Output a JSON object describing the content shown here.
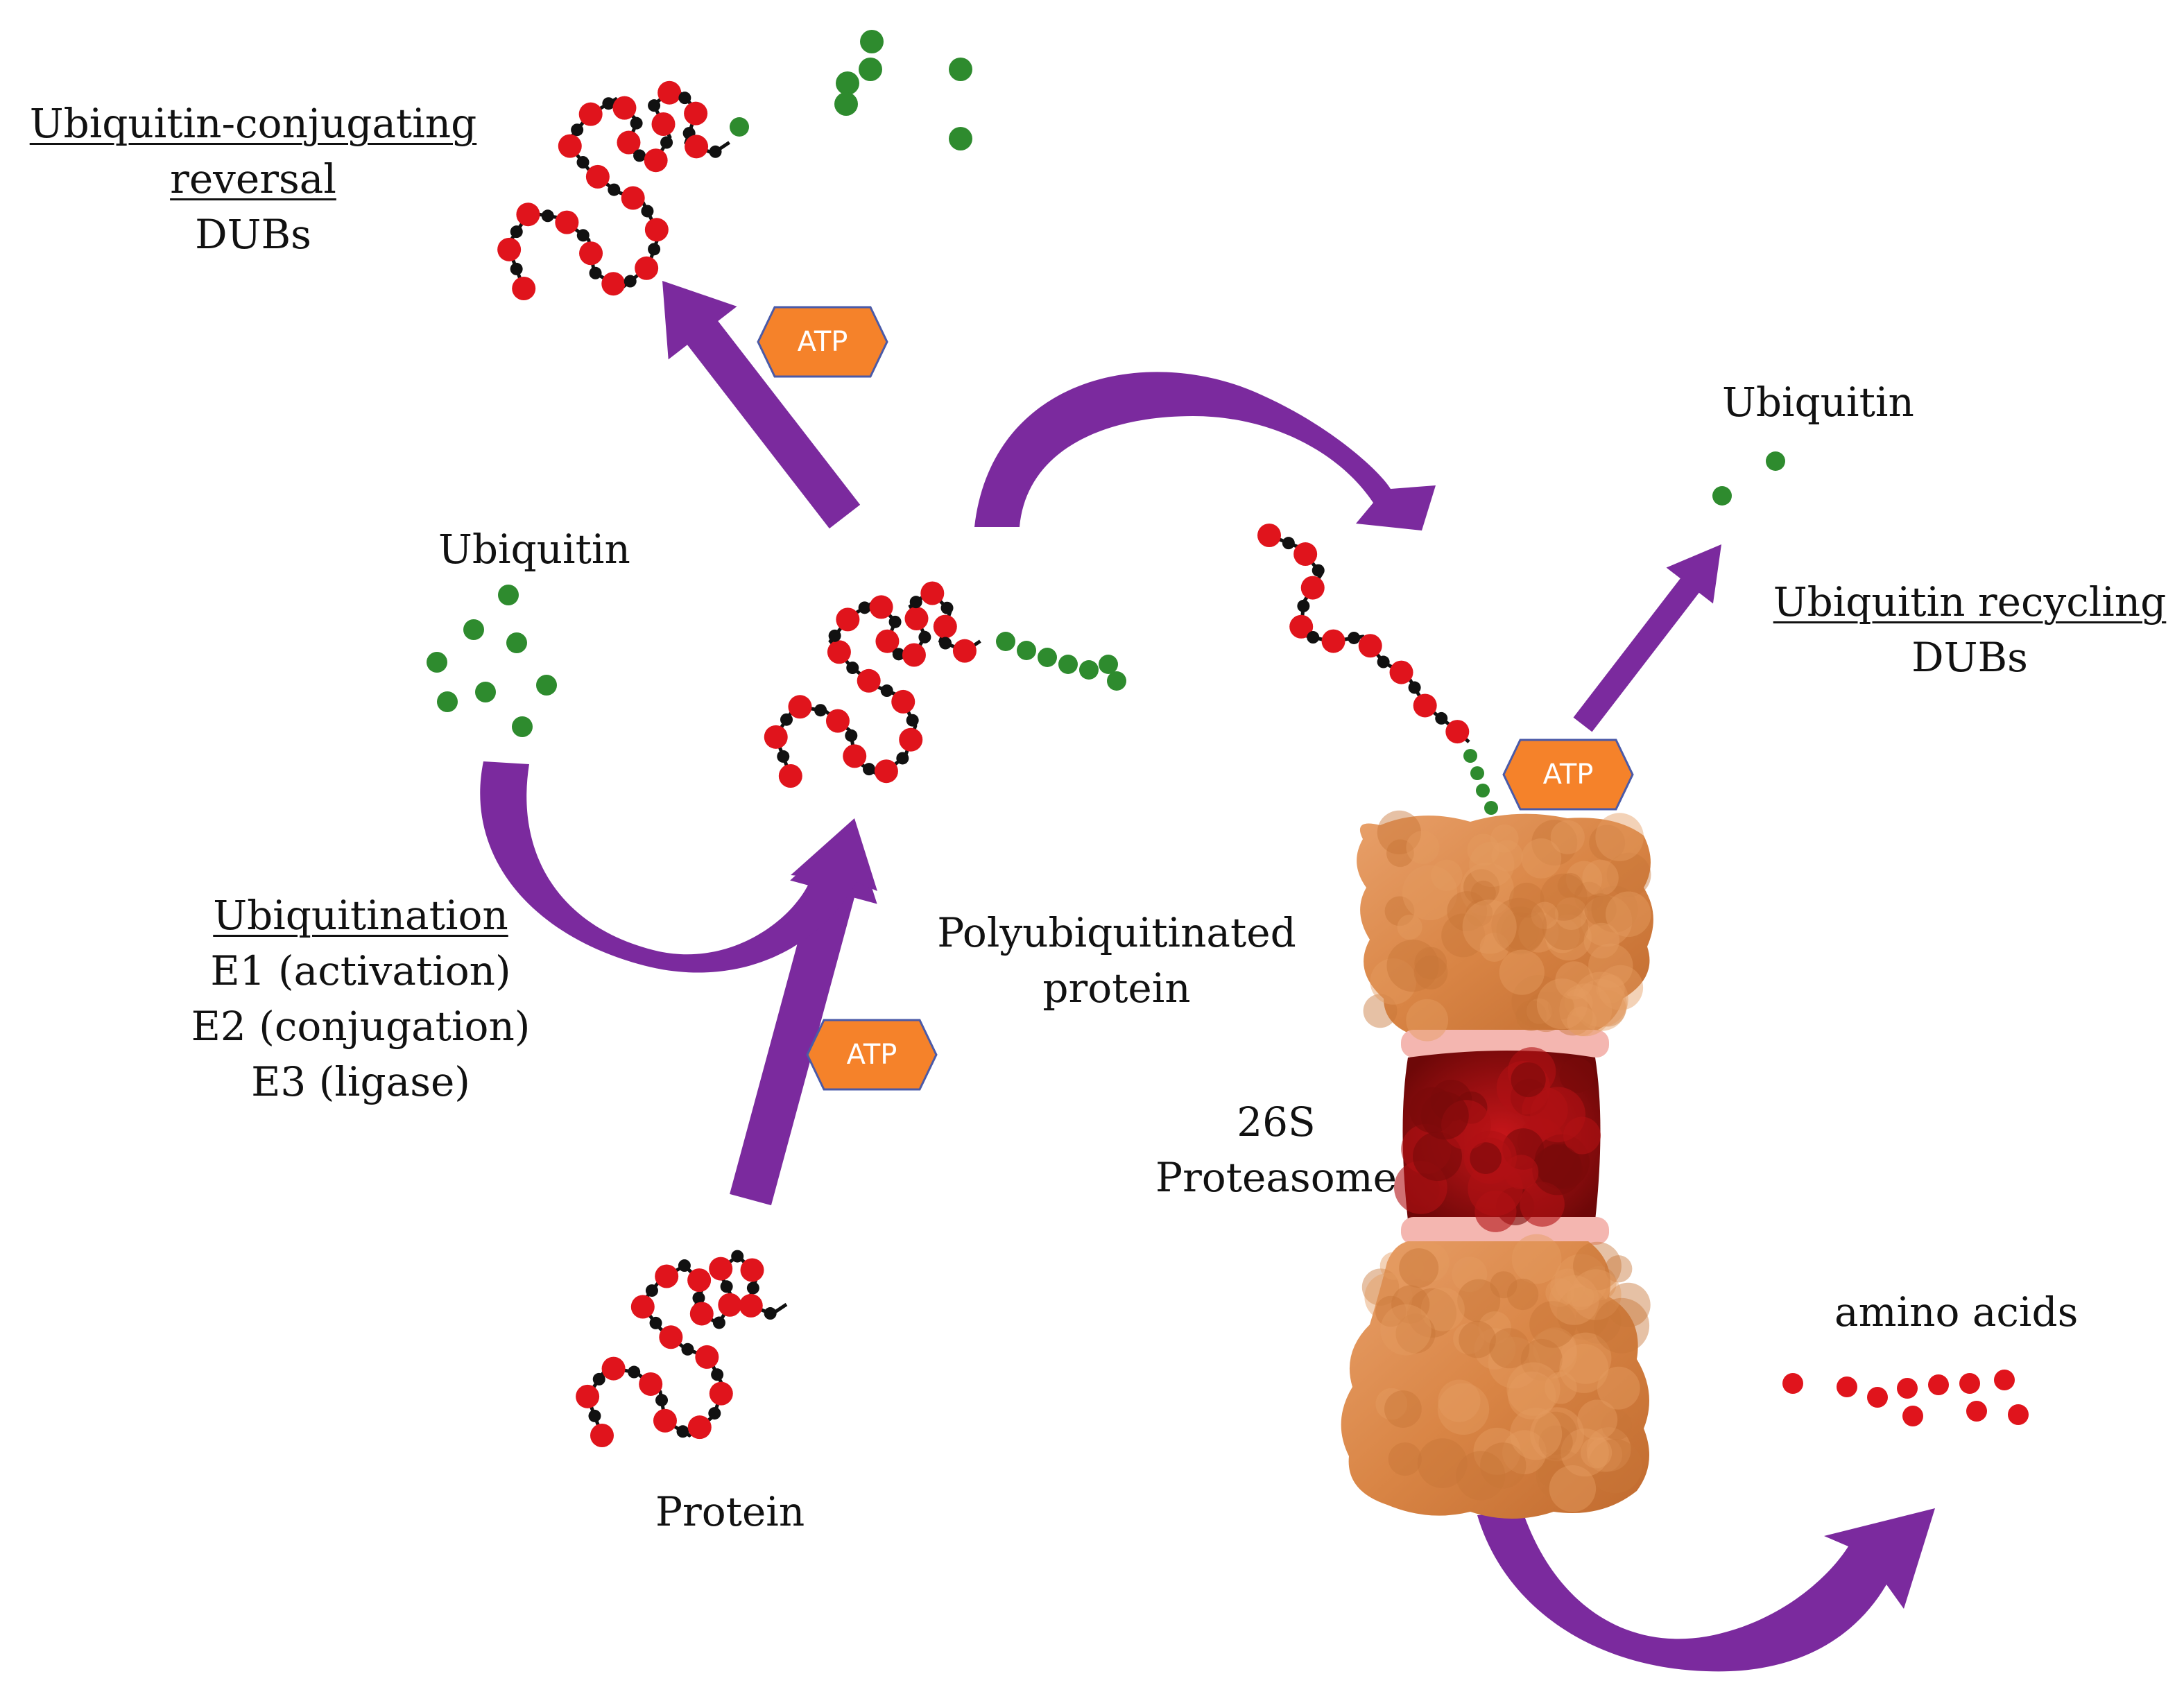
{
  "labels": {
    "conj_reversal_line1": "Ubiquitin-conjugating ",
    "conj_reversal_line2": "reversal",
    "conj_reversal_line3": "DUBs",
    "ubiquitin_left": "Ubiquitin",
    "ubiquitin_right": "Ubiquitin",
    "recycling_title": "Ubiquitin recycling",
    "recycling_sub": "DUBs",
    "ubiquitination_title": "Ubiquitination",
    "e1": "E1 (activation)",
    "e2": "E2 (conjugation)",
    "e3": "E3 (ligase)",
    "polyub_line1": "Polyubiquitinated",
    "polyub_line2": "protein",
    "proteasome_line1": "26S",
    "proteasome_line2": "Proteasome",
    "protein": "Protein",
    "amino_acids": "amino acids"
  },
  "atp_label": "ATP",
  "colors": {
    "arrow": "#7B2A9E",
    "residue": "#E0141C",
    "bond": "#111111",
    "ubiquitin": "#2E8B2E",
    "atp_fill": "#F5822A",
    "atp_stroke": "#4A5AA8",
    "proteasome_cap": "#D98545",
    "proteasome_core": "#8E0C0C",
    "proteasome_ring": "#F4B6B0"
  }
}
